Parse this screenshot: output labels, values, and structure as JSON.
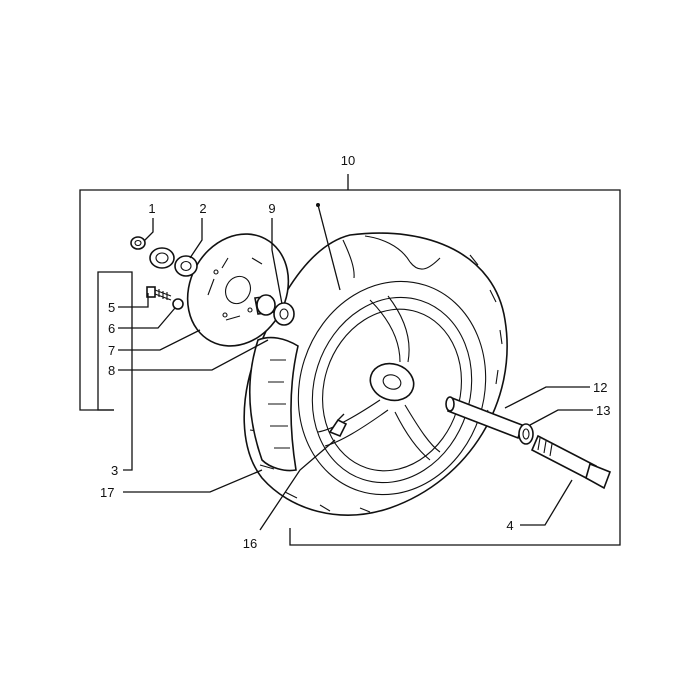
{
  "diagram": {
    "callouts": {
      "c1": "1",
      "c2": "2",
      "c3": "3",
      "c4": "4",
      "c5": "5",
      "c6": "6",
      "c7": "7",
      "c8": "8",
      "c9": "9",
      "c10": "10",
      "c12": "12",
      "c13": "13",
      "c16": "16",
      "c17": "17"
    }
  }
}
